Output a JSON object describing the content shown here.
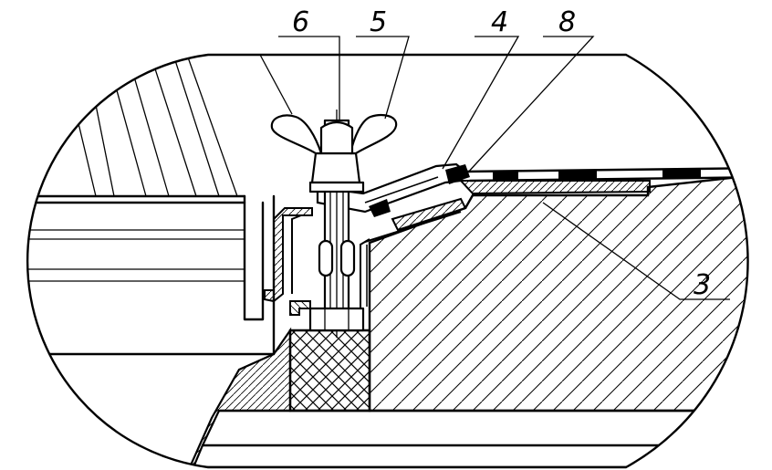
{
  "labels": {
    "part_6": "6",
    "part_5": "5",
    "part_4": "4",
    "part_8": "8",
    "part_3": "3"
  }
}
